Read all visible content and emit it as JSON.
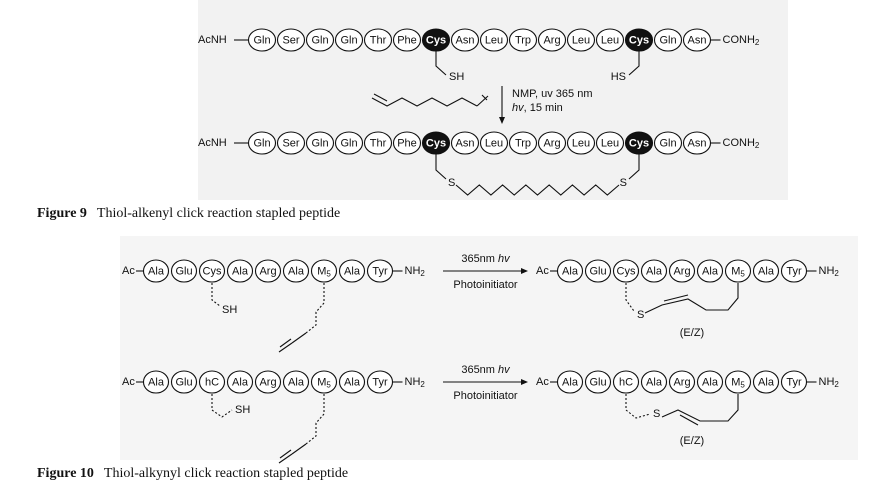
{
  "figure9": {
    "caption_num": "Figure 9",
    "caption_text": "Thiol-alkenyl click reaction stapled peptide",
    "n_term": "AcNH",
    "c_term": "CONH",
    "c_term_sub": "2",
    "residues": [
      "Gln",
      "Ser",
      "Gln",
      "Gln",
      "Thr",
      "Phe",
      "Cys",
      "Asn",
      "Leu",
      "Trp",
      "Arg",
      "Leu",
      "Leu",
      "Cys",
      "Gln",
      "Asn"
    ],
    "highlight": [
      6,
      13
    ],
    "thiol_left": "SH",
    "thiol_right": "HS",
    "cond_line1": "NMP, uv 365 nm",
    "cond_hv": "hv",
    "cond_line2_rest": ", 15 min",
    "staple_s_left": "S",
    "staple_s_right": "S"
  },
  "figure10": {
    "caption_num": "Figure 10",
    "caption_text": "Thiol-alkynyl click reaction stapled peptide",
    "n_term": "Ac",
    "c_term": "NH",
    "c_term_sub": "2",
    "row1_residues": [
      "Ala",
      "Glu",
      "Cys",
      "Ala",
      "Arg",
      "Ala",
      "M",
      "Ala",
      "Tyr"
    ],
    "row2_residues": [
      "Ala",
      "Glu",
      "hC",
      "Ala",
      "Arg",
      "Ala",
      "M",
      "Ala",
      "Tyr"
    ],
    "m_sub": "5",
    "sh": "SH",
    "s": "S",
    "arrow_top_prefix": "365nm ",
    "arrow_top_hv": "hv",
    "arrow_bottom": "Photoinitiator",
    "isomer": "(E/Z)"
  }
}
